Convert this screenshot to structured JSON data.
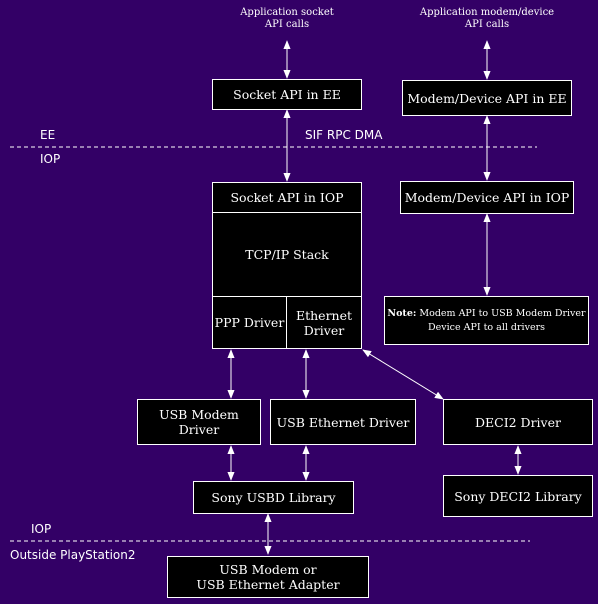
{
  "captions": {
    "app_socket": "Application socket\nAPI calls",
    "app_modem": "Application modem/device\nAPI calls"
  },
  "labels": {
    "ee": "EE",
    "iop_top": "IOP",
    "sif": "SIF RPC DMA",
    "iop_bottom": "IOP",
    "outside": "Outside PlayStation2"
  },
  "boxes": {
    "socket_ee": "Socket API in EE",
    "modem_ee": "Modem/Device API in EE",
    "socket_iop": "Socket API in IOP",
    "modem_iop": "Modem/Device API in IOP",
    "tcpip": "TCP/IP Stack",
    "ppp": "PPP Driver",
    "ethernet": "Ethernet\nDriver",
    "usb_modem": "USB Modem Driver",
    "usb_ethernet": "USB Ethernet Driver",
    "deci2": "DECI2 Driver",
    "usbd": "Sony USBD Library",
    "deci2_lib": "Sony DECI2 Library",
    "adapter": "USB Modem or\nUSB Ethernet Adapter"
  },
  "note": {
    "bold": "Note:",
    "line1": " Modem API to USB Modem Driver",
    "line2": "Device API to all drivers"
  },
  "colors": {
    "background": "#330066",
    "box_fill": "#000000",
    "stroke": "#ffffff"
  }
}
